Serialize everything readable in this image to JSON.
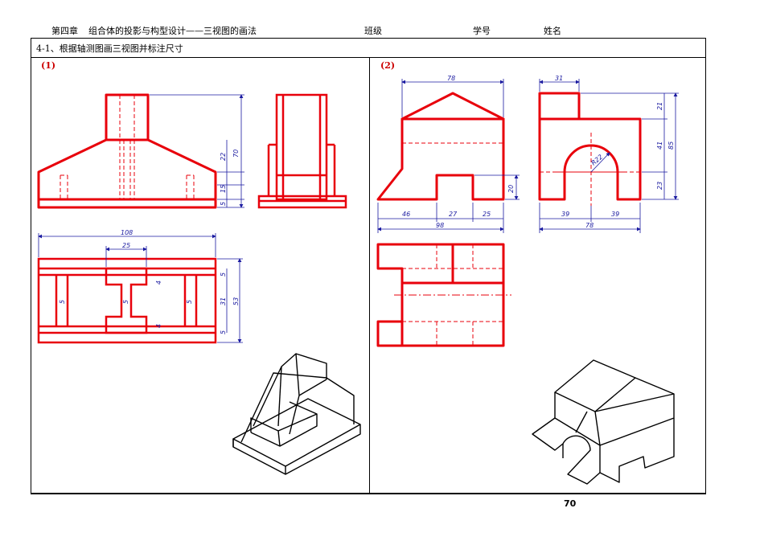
{
  "header": {
    "chapter": "第四章",
    "chapter_title": "组合体的投影与构型设计——三视图的画法",
    "class_label": "班级",
    "student_id_label": "学号",
    "name_label": "姓名"
  },
  "exercise": {
    "title": "4-1、根据轴测图画三视图并标注尺寸",
    "part1_label": "(1)",
    "part2_label": "(2)"
  },
  "dims1": {
    "d70": "70",
    "d22": "22",
    "d15": "15",
    "d5a": "5",
    "d108": "108",
    "d25": "25",
    "d5b": "5",
    "d31": "31",
    "d53": "53",
    "d5c": "5",
    "d4a": "4",
    "d5d": "5",
    "d5e": "5",
    "d5f": "5",
    "d4b": "4"
  },
  "dims2": {
    "d78a": "78",
    "d46": "46",
    "d27": "27",
    "d25": "25",
    "d98": "98",
    "d20": "20",
    "d31": "31",
    "d21": "21",
    "d41": "41",
    "d85": "85",
    "d23": "23",
    "r22": "R22",
    "d39a": "39",
    "d39b": "39",
    "d78b": "78"
  },
  "colors": {
    "outline": "#e8000b",
    "dimension": "#1a1aa0",
    "label": "#cc0000"
  },
  "footer": {
    "page_number": "70"
  }
}
